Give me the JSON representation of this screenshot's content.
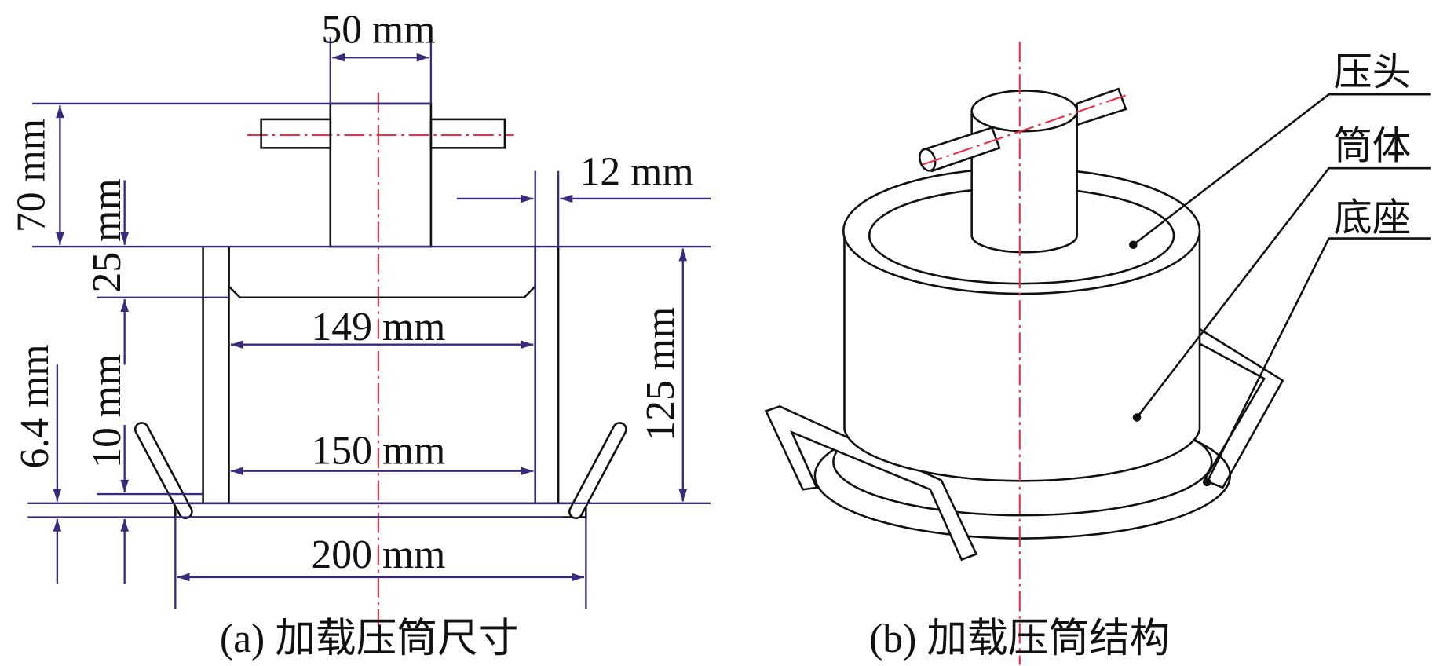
{
  "figure_a": {
    "caption": "(a) 加载压筒尺寸",
    "dimensions": {
      "plunger_width": "50 mm",
      "plunger_height": "70 mm",
      "wall_thickness": "12 mm",
      "piston_height": "25 mm",
      "inner_top_diameter": "149 mm",
      "inner_diameter": "150 mm",
      "cylinder_height": "125 mm",
      "base_offset_a": "6.4 mm",
      "base_offset_b": "10 mm",
      "base_diameter": "200 mm"
    }
  },
  "figure_b": {
    "caption": "(b) 加载压筒结构",
    "labels": [
      "压头",
      "筒体",
      "底座"
    ]
  },
  "colors": {
    "dimension": "#3b2a7c",
    "centerline": "#e8304a",
    "outline": "#111111"
  }
}
